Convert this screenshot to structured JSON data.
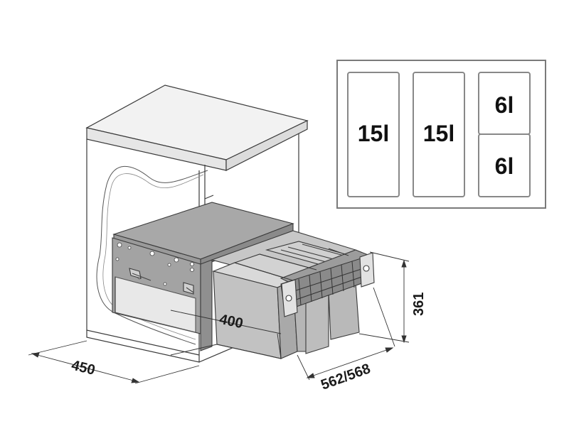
{
  "capacity_legend": {
    "compartments": [
      {
        "label": "15l"
      },
      {
        "label": "15l"
      },
      {
        "label": "6l"
      },
      {
        "label": "6l"
      }
    ]
  },
  "dimensions": {
    "depth_cabinet": "450",
    "bin_length": "400",
    "rail_length": "562/568",
    "height": "361"
  },
  "colors": {
    "outline": "#3a3a3a",
    "panel_fill": "#9a9a9a",
    "panel_dark": "#6f6f6f",
    "bin_fill": "#bdbdbd",
    "legend_frame": "#7a7a7a",
    "compartment_fill": "#c8c8c8"
  }
}
